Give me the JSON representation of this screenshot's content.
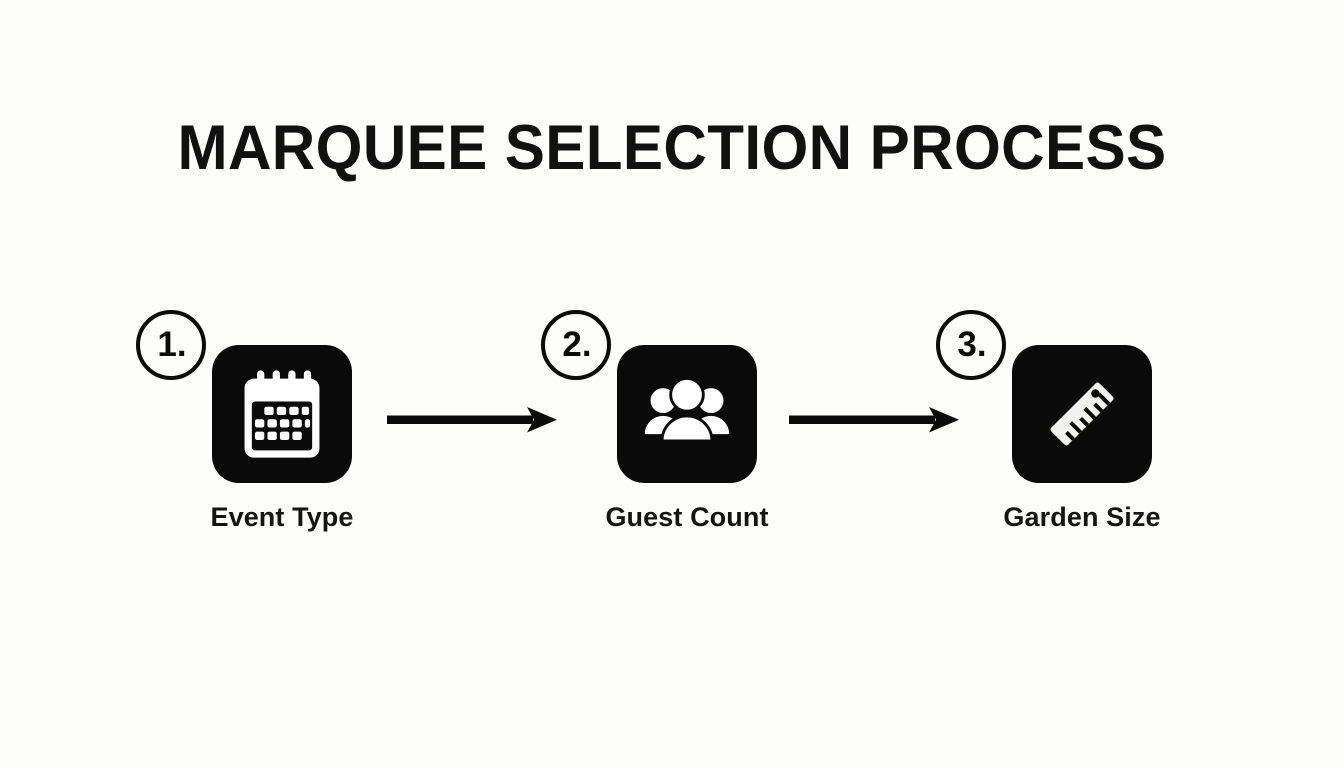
{
  "slide": {
    "title": "MARQUEE SELECTION PROCESS",
    "background_color": "#fdfdfc",
    "foreground_color": "#0a0a0a"
  },
  "diagram": {
    "type": "horizontal-process-flow",
    "step_count": 3,
    "connector": "arrow-right",
    "steps": [
      {
        "number": "1.",
        "label": "Event Type",
        "icon": "calendar-icon"
      },
      {
        "number": "2.",
        "label": "Guest Count",
        "icon": "people-group-icon"
      },
      {
        "number": "3.",
        "label": "Garden Size",
        "icon": "ruler-icon"
      }
    ],
    "arrows": [
      {
        "name": "arrow-step1-to-step2"
      },
      {
        "name": "arrow-step2-to-step3"
      }
    ]
  }
}
